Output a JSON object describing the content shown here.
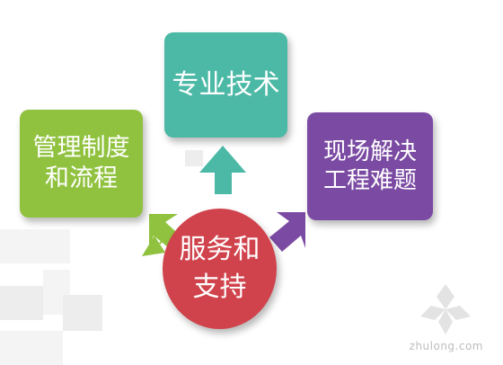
{
  "diagram": {
    "top_box": {
      "label": "专业技术",
      "color": "#4bb9a6"
    },
    "left_box": {
      "label": "管理制度\n和流程",
      "color": "#90c23f"
    },
    "right_box": {
      "label": "现场解决\n工程难题",
      "color": "#7b4ba3"
    },
    "center": {
      "label": "服务和\n支持",
      "color": "#d0434c"
    }
  },
  "watermark": {
    "text": "zhulong.com"
  }
}
